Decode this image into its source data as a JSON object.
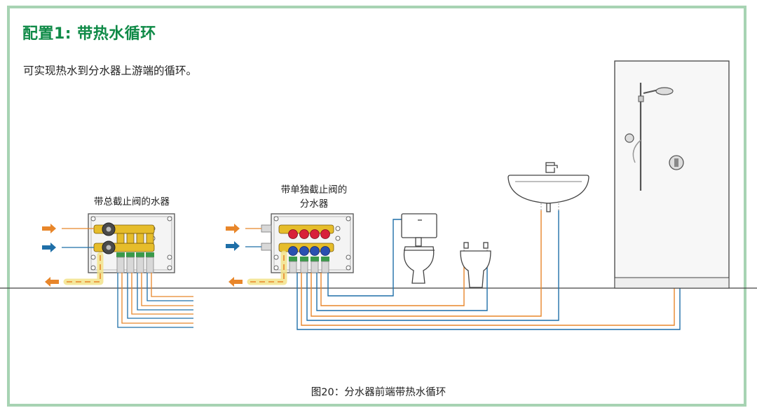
{
  "title": "配置1: 带热水循环",
  "subtitle": "可实现热水到分水器上游端的循环。",
  "labels": {
    "manifold_main_valve": "带总截止阀的水器",
    "manifold_single_valve_line1": "带单独截止阀的",
    "manifold_single_valve_line2": "分水器"
  },
  "caption": "图20：分水器前端带热水循环",
  "colors": {
    "hot": "#e8862a",
    "cold": "#1f6fa8",
    "frame": "#a7d3b3",
    "title": "#0f8a47",
    "brass": "#e6bd2b",
    "circulation": "#f2e38a"
  },
  "icons": {
    "hot_in_arrow": "arrow-right-orange",
    "cold_in_arrow": "arrow-right-blue",
    "return_arrow": "arrow-left-orange"
  }
}
